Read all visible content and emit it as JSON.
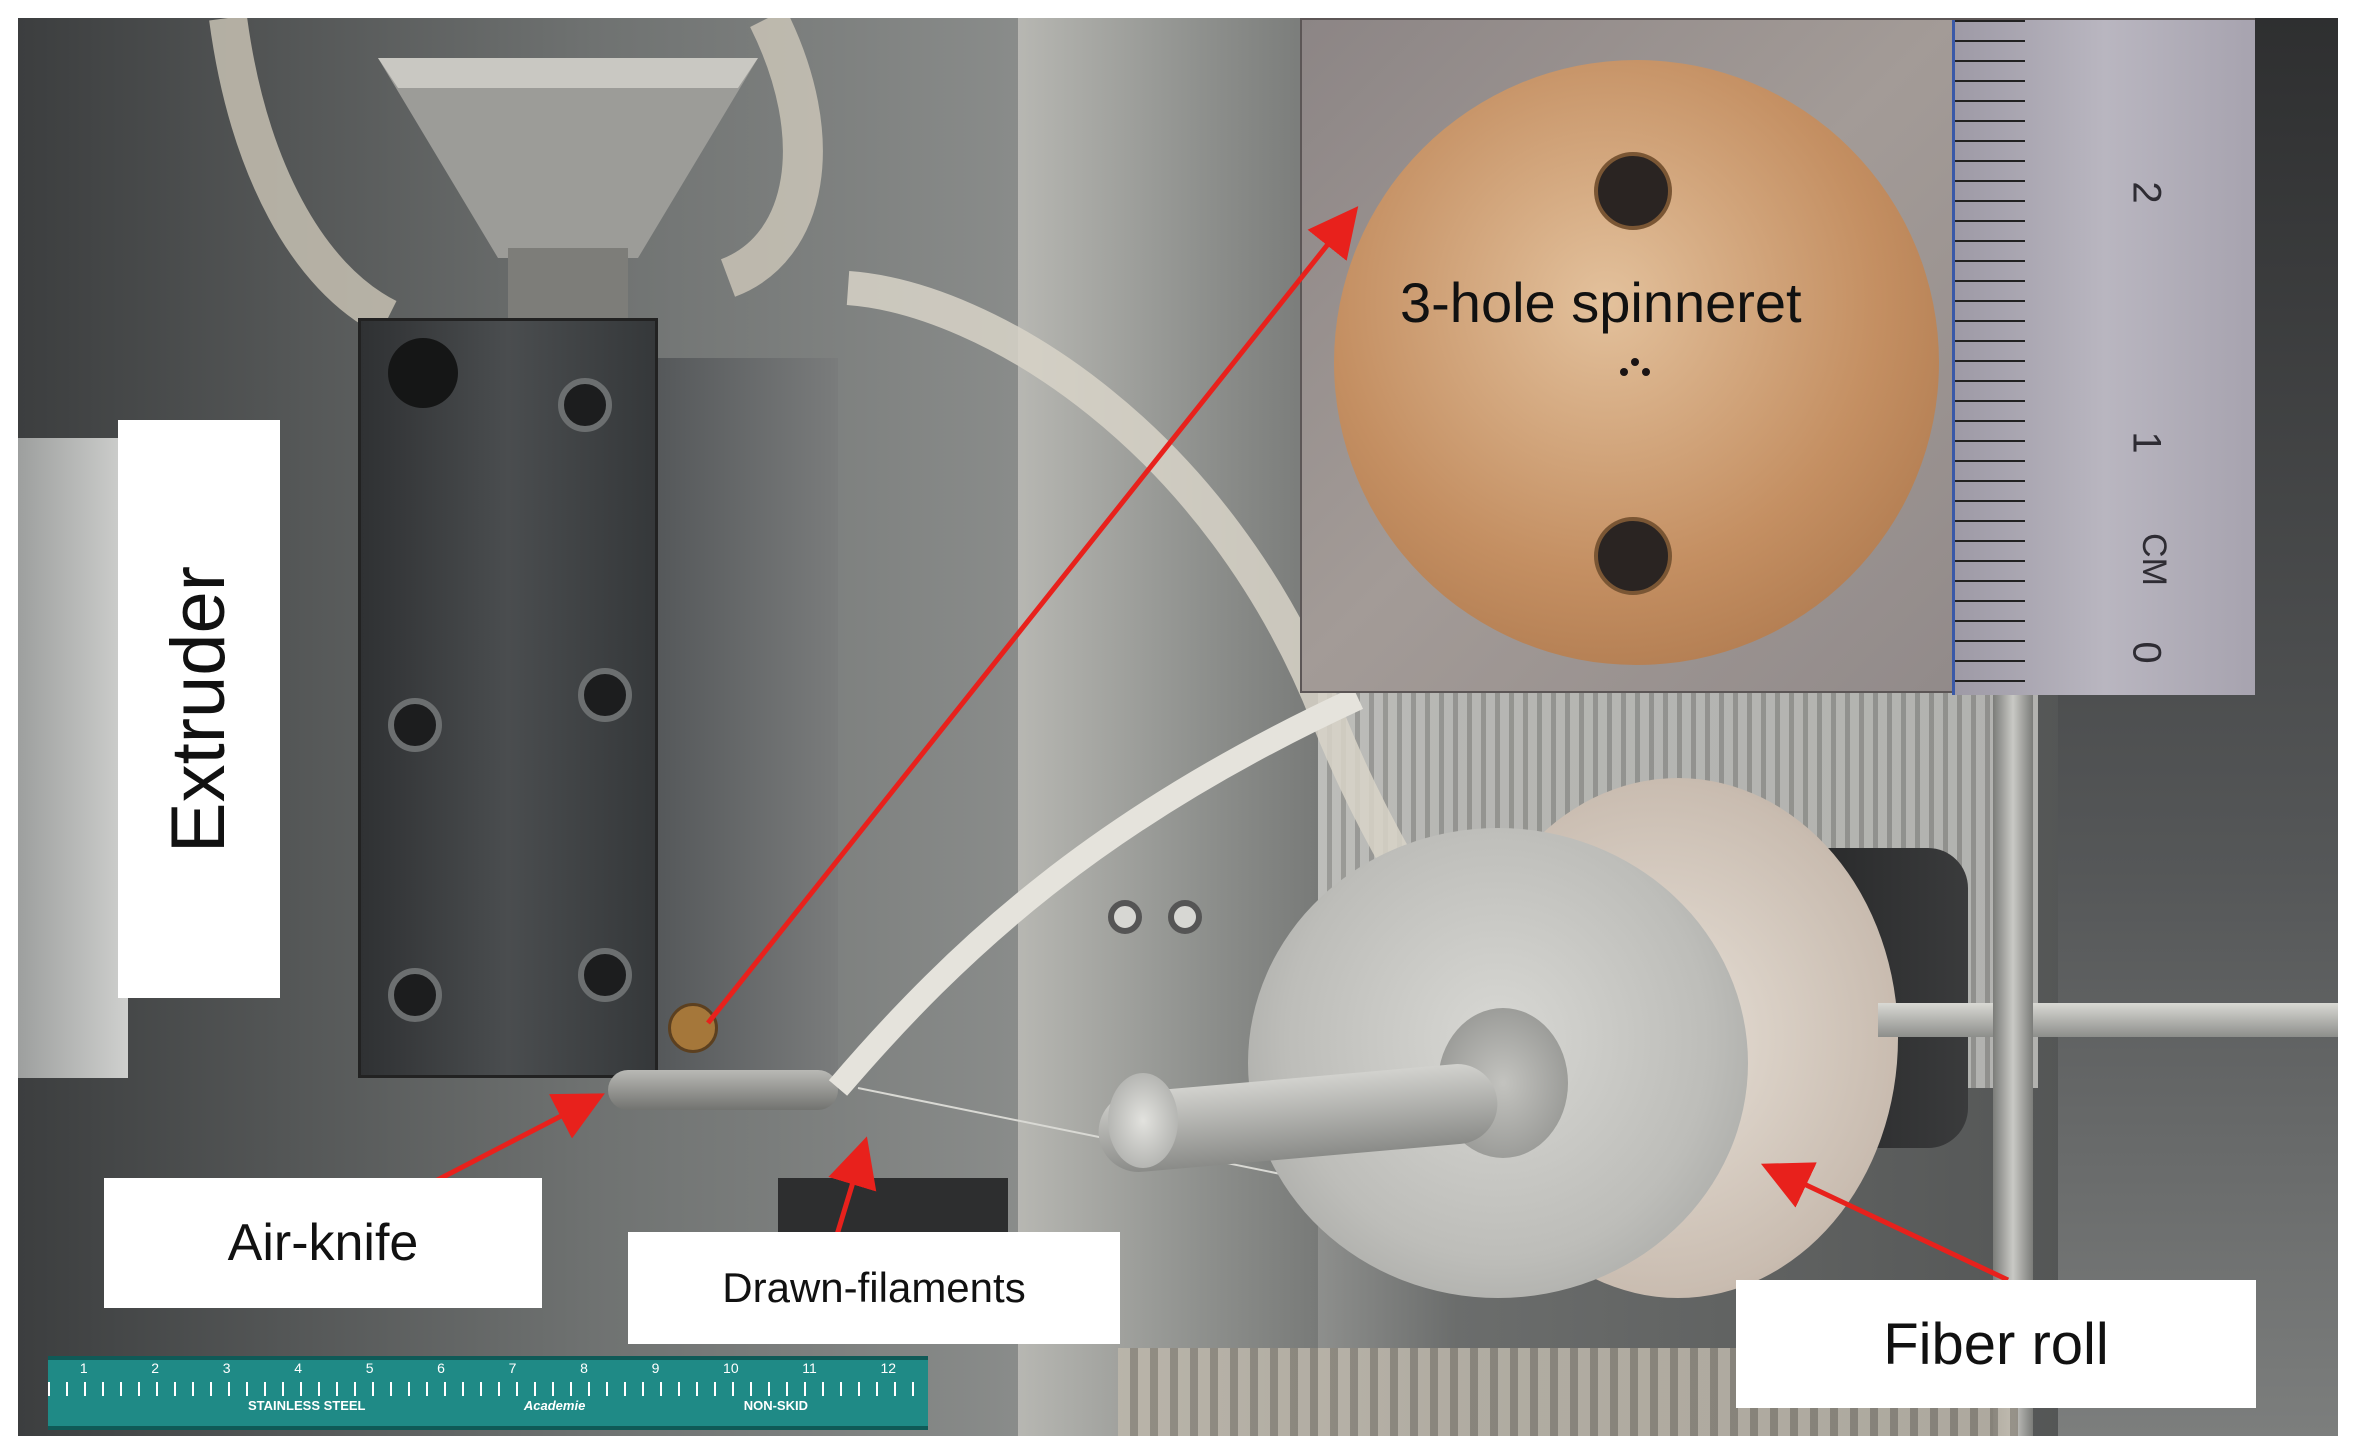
{
  "labels": {
    "extruder": "Extruder",
    "spinneret": "3-hole spinneret",
    "air_knife": "Air-knife",
    "drawn_filaments": "Drawn-filaments",
    "fiber_roll": "Fiber roll"
  },
  "ruler": {
    "brand": "STAINLESS STEEL",
    "maker": "Academie",
    "grip": "NON-SKID",
    "numbers": [
      "1",
      "2",
      "3",
      "4",
      "5",
      "6",
      "7",
      "8",
      "9",
      "10",
      "11",
      "12"
    ]
  },
  "inset_ruler": {
    "numbers": [
      "2",
      "1",
      "0"
    ],
    "unit": "CM"
  },
  "colors": {
    "arrow": "#e8211c",
    "label_bg": "#ffffff",
    "ruler_green": "#1f8a86"
  }
}
